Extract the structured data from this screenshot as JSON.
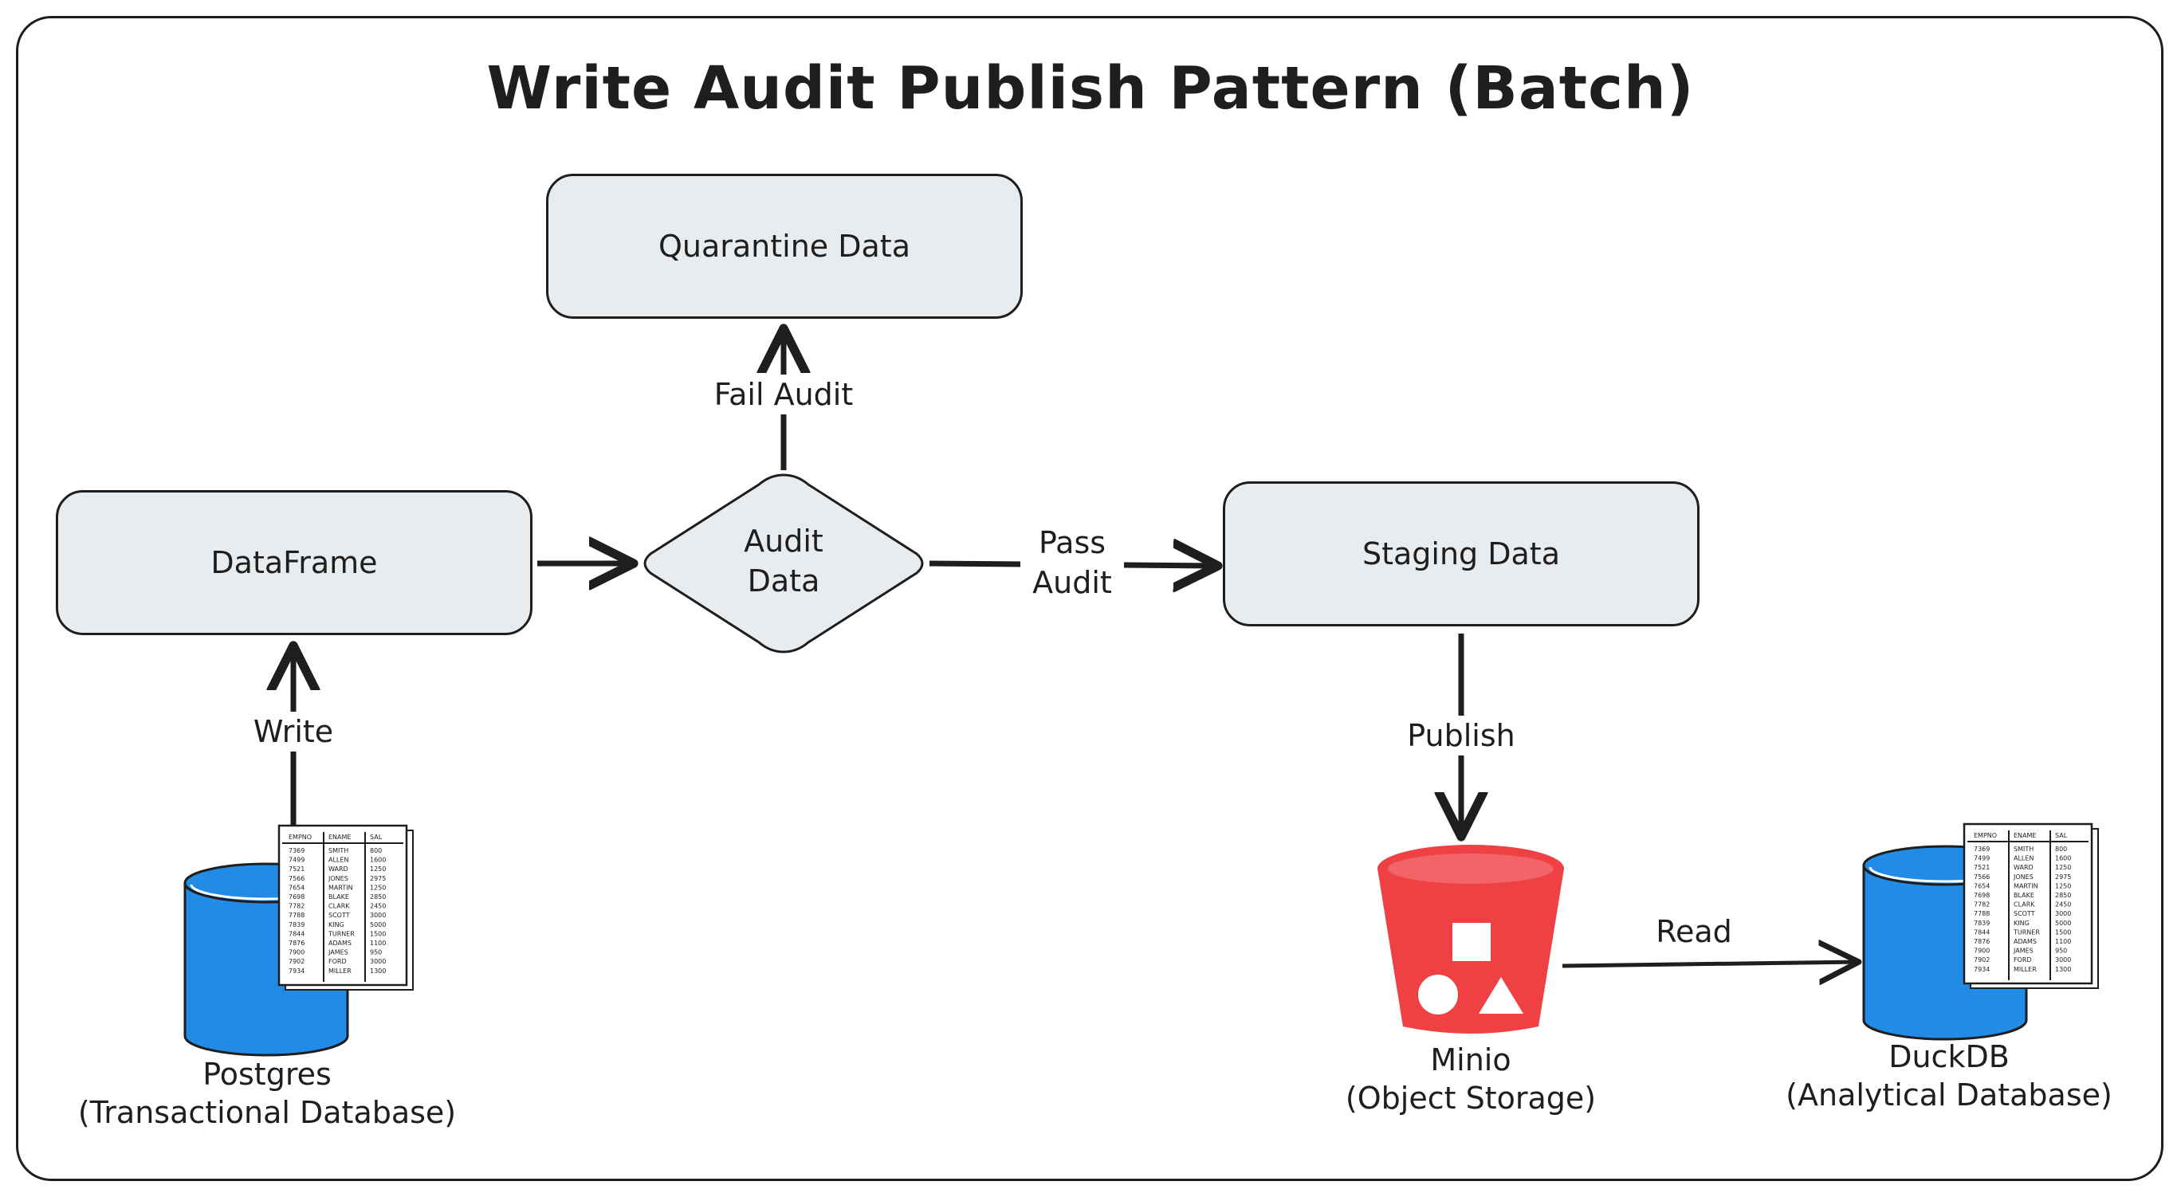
{
  "title": "Write Audit Publish Pattern (Batch)",
  "nodes": {
    "dataframe": "DataFrame",
    "audit": [
      "Audit",
      "Data"
    ],
    "quarantine": "Quarantine Data",
    "staging": "Staging Data"
  },
  "edges": {
    "write": "Write",
    "fail_audit": "Fail Audit",
    "pass_audit": [
      "Pass",
      "Audit"
    ],
    "publish": "Publish",
    "read": "Read"
  },
  "stores": {
    "postgres": {
      "name": "Postgres",
      "desc": "(Transactional Database)"
    },
    "minio": {
      "name": "Minio",
      "desc": "(Object Storage)"
    },
    "duckdb": {
      "name": "DuckDB",
      "desc": "(Analytical Database)"
    }
  },
  "table_icon": {
    "headers": [
      "EMPNO",
      "ENAME",
      "SAL"
    ],
    "rows": [
      [
        "7369",
        "SMITH",
        "800"
      ],
      [
        "7499",
        "ALLEN",
        "1600"
      ],
      [
        "7521",
        "WARD",
        "1250"
      ],
      [
        "7566",
        "JONES",
        "2975"
      ],
      [
        "7654",
        "MARTIN",
        "1250"
      ],
      [
        "7698",
        "BLAKE",
        "2850"
      ],
      [
        "7782",
        "CLARK",
        "2450"
      ],
      [
        "7788",
        "SCOTT",
        "3000"
      ],
      [
        "7839",
        "KING",
        "5000"
      ],
      [
        "7844",
        "TURNER",
        "1500"
      ],
      [
        "7876",
        "ADAMS",
        "1100"
      ],
      [
        "7900",
        "JAMES",
        "950"
      ],
      [
        "7902",
        "FORD",
        "3000"
      ],
      [
        "7934",
        "MILLER",
        "1300"
      ]
    ]
  },
  "colors": {
    "box_fill": "#e9ecef",
    "stroke": "#1e1e1e",
    "cylinder_blue": "#228be6",
    "bucket_red": "#ef4043"
  }
}
